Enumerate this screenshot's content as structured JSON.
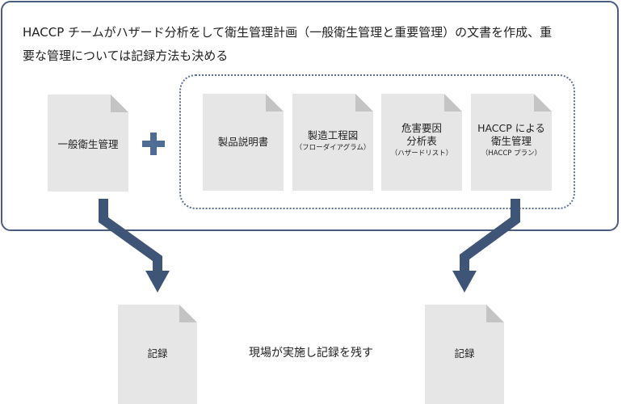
{
  "heading": {
    "line1": "HACCP チームがハザード分析をして衛生管理計画（一般衛生管理と重要管理）の文書を作成、重",
    "line2": "要な管理については記録方法も決める"
  },
  "docs": {
    "general": {
      "label": "一般衛生管理"
    },
    "product_spec": {
      "label": "製品説明書"
    },
    "flow_diagram": {
      "label": "製造工程図",
      "sub": "（フローダイアグラム）"
    },
    "hazard_list": {
      "label1": "危害要因",
      "label2": "分析表",
      "sub": "（ハザードリスト）"
    },
    "haccp_plan": {
      "label1": "HACCP による",
      "label2": "衛生管理",
      "sub": "（HACCP プラン）"
    }
  },
  "records": {
    "left": {
      "label": "記録"
    },
    "right": {
      "label": "記録"
    }
  },
  "middle_note": "現場が実施し記録を残す",
  "colors": {
    "frame": "#4a5d7e",
    "arrow": "#3f5578",
    "plus": "#4f6c94",
    "document": "#e6e6e6",
    "document_fold": "#c4c4c4"
  },
  "icons": [
    "plus-icon",
    "document-icon",
    "arrow-down-icon"
  ]
}
